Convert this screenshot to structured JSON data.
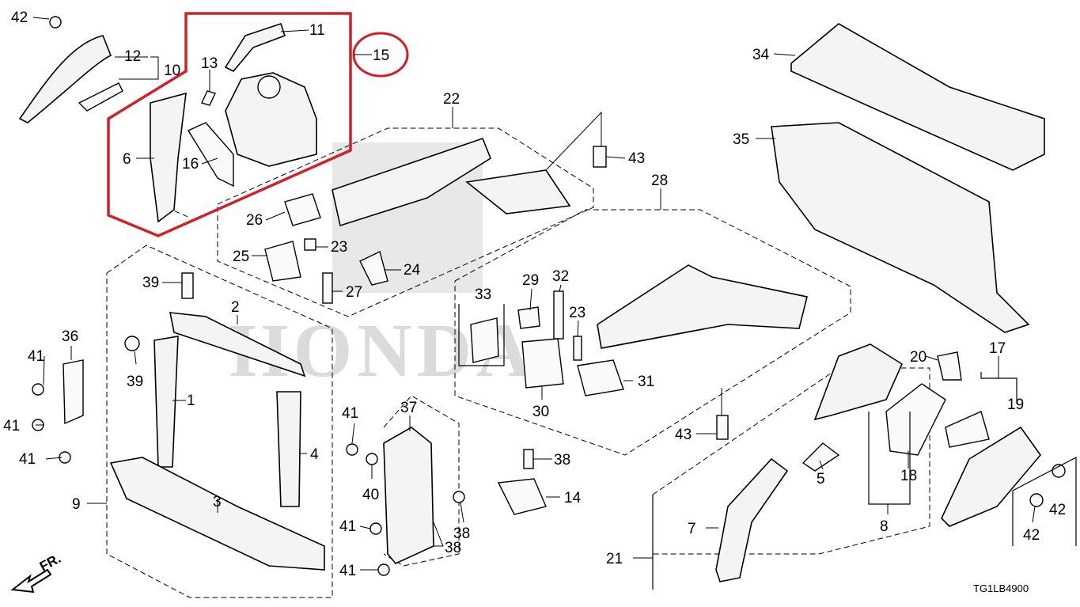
{
  "diagram": {
    "code": "TG1LB4900",
    "direction_label": "FR.",
    "highlight_color": "#d0202a",
    "callouts": {
      "n1": "1",
      "n2": "2",
      "n3": "3",
      "n4": "4",
      "n5": "5",
      "n6": "6",
      "n7": "7",
      "n8": "8",
      "n9": "9",
      "n10": "10",
      "n11": "11",
      "n12": "12",
      "n13": "13",
      "n14": "14",
      "n15": "15",
      "n16": "16",
      "n17": "17",
      "n18": "18",
      "n19": "19",
      "n20": "20",
      "n21": "21",
      "n22": "22",
      "n23a": "23",
      "n23b": "23",
      "n24": "24",
      "n25": "25",
      "n26": "26",
      "n27": "27",
      "n28": "28",
      "n29": "29",
      "n30": "30",
      "n31": "31",
      "n32": "32",
      "n33": "33",
      "n34": "34",
      "n35": "35",
      "n36": "36",
      "n37": "37",
      "n38a": "38",
      "n38b": "38",
      "n39a": "39",
      "n39b": "39",
      "n40": "40",
      "n41a": "41",
      "n41b": "41",
      "n41c": "41",
      "n41d": "41",
      "n41e": "41",
      "n42a": "42",
      "n42b": "42",
      "n42c": "42",
      "n43a": "43",
      "n43b": "43"
    }
  }
}
